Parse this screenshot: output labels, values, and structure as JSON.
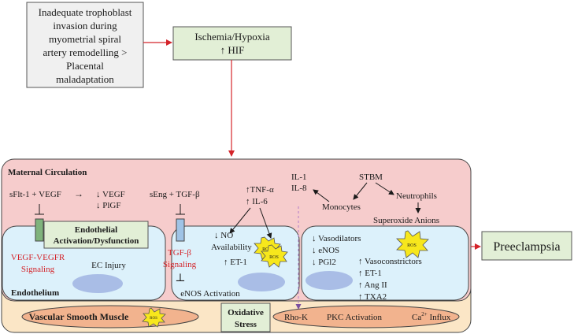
{
  "boxes": {
    "trophoblast": [
      "Inadequate trophoblast",
      "invasion during",
      "myometrial spiral",
      "artery remodelling >",
      "Placental",
      "maladaptation"
    ],
    "ischemia": [
      "Ischemia/Hypoxia",
      "↑ HIF"
    ],
    "preeclampsia": "Preeclampsia",
    "endothelial": [
      "Endothelial",
      "Activation/Dysfunction"
    ],
    "oxidative": [
      "Oxidative",
      "Stress"
    ]
  },
  "maternal": {
    "title": "Maternal Circulation",
    "sflt": "sFlt-1 + VEGF",
    "vegf_arrow": "→",
    "vegf_down": "↓ VEGF",
    "plgf_down": "↓ PlGF",
    "seng": "sEng + TGF-β",
    "tnf": "↑TNF-α",
    "il6": "↑ IL-6",
    "il1": "IL-1",
    "il8": "IL-8",
    "stbm": "STBM",
    "monocytes": "Monocytes",
    "neutrophils": "Neutrophils",
    "superoxide": "Superoxide Anions"
  },
  "endothelium": {
    "label": "Endothelium",
    "vegfr": [
      "VEGF-VEGFR",
      "Signaling"
    ],
    "ec_injury": "EC Injury",
    "tgfb": [
      "TGF-β",
      "Signaling"
    ],
    "inhibit": "⊥",
    "enos": "eNOS Activation",
    "no_avail": [
      "↓ NO",
      "Availability"
    ],
    "et1": "↑ ET-1",
    "right_down": [
      "↓ Vasodilators",
      "↓ eNOS",
      "↓ PGl2"
    ],
    "right_up": [
      "↑ Vasoconstrictors",
      "↑ ET-1",
      "↑ Ang II",
      "↑ TXA2"
    ]
  },
  "smooth_muscle": {
    "label": "Vascular Smooth Muscle",
    "rhok": "Rho-K",
    "pkc": "PKC  Activation",
    "ca_base": "Ca",
    "ca_sup": "2+",
    "ca_tail": " Influx"
  },
  "ros": "ROS"
}
